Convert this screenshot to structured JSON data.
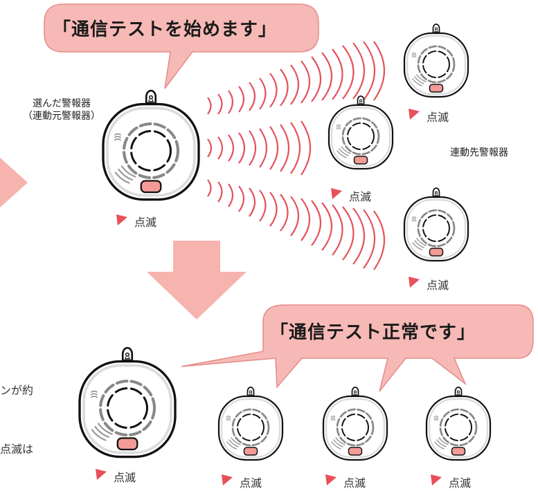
{
  "bubble_top": {
    "text": "「通信テストを始めます」"
  },
  "bubble_bottom": {
    "text": "「通信テスト正常です」"
  },
  "selected_alarm": {
    "line1": "選んだ警報器",
    "line2": "（連動元警報器）"
  },
  "linked_alarms_label": "連動先警報器",
  "blink_label": "点滅",
  "left_text": {
    "line1": "ンが約",
    "line2": "点滅は"
  },
  "colors": {
    "bubble_fill": "#f6b9b6",
    "bubble_stroke": "#e48b88",
    "arrow_fill": "#f7b3ad",
    "wave_stroke": "#e4525a",
    "button_fill": "#f39b96",
    "blink_marker": "#e8505a"
  }
}
